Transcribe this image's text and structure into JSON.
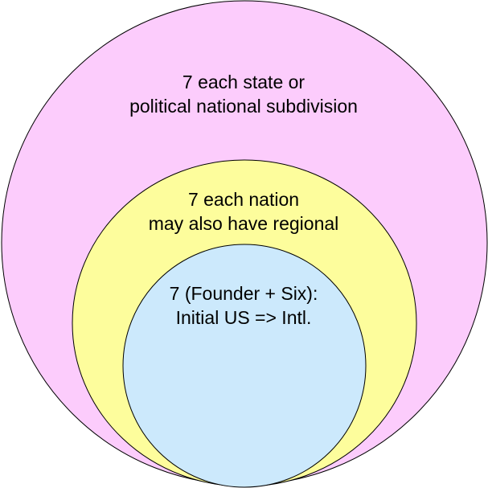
{
  "colors": {
    "outer_fill": "#fcccfc",
    "middle_fill": "#fdfd9c",
    "inner_fill": "#cce9fc",
    "stroke": "#000000"
  },
  "circles": {
    "outer": {
      "line1": "7 each state or",
      "line2": "political national subdivision"
    },
    "middle": {
      "line1": "7 each nation",
      "line2": "may also have regional"
    },
    "inner": {
      "line1": "7 (Founder + Six):",
      "line2": "Initial US => Intl."
    }
  }
}
